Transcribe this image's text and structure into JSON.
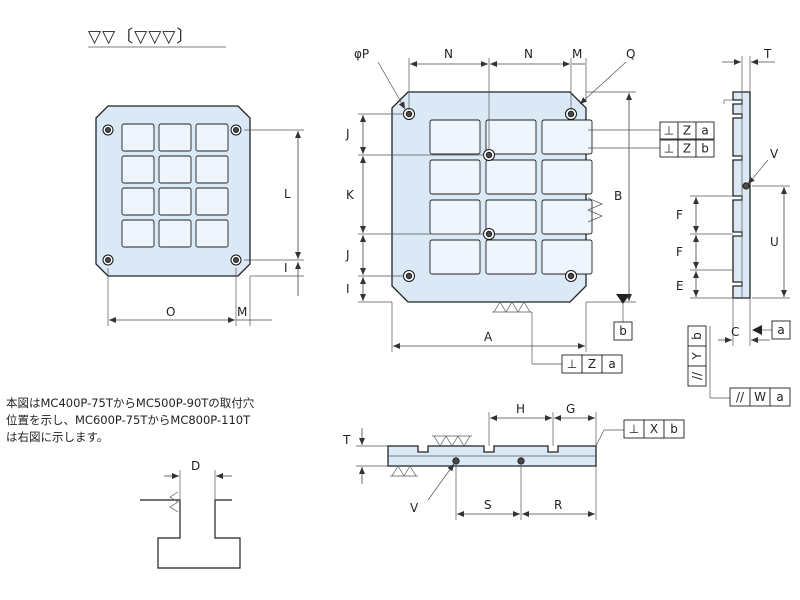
{
  "finish_symbol": "▽▽〔▽▽▽〕",
  "note_text": "本図はMC400P-75TからMC500P-90Tの取付穴\n位置を示し、MC600P-75TからMC800P-110T\nは右図に示します。",
  "labels": {
    "phiP": "φP",
    "N1": "N",
    "N2": "N",
    "M_top": "M",
    "Q": "Q",
    "T_right": "T",
    "J1": "J",
    "K": "K",
    "J2": "J",
    "I_main": "I",
    "B": "B",
    "A": "A",
    "L": "L",
    "I_small": "I",
    "O": "O",
    "M_small": "M",
    "V_right": "V",
    "F1": "F",
    "F2": "F",
    "E": "E",
    "U": "U",
    "C": "C",
    "H": "H",
    "G": "G",
    "T_bottom": "T",
    "V_bottom": "V",
    "S": "S",
    "R": "R",
    "D": "D"
  },
  "tolerance_frames": {
    "perp_za_top": [
      "⊥",
      "Z",
      "a"
    ],
    "perp_zb": [
      "⊥",
      "Z",
      "b"
    ],
    "perp_za_bottom": [
      "⊥",
      "Z",
      "a"
    ],
    "perp_xb": [
      "⊥",
      "X",
      "b"
    ],
    "para_wa": [
      "//",
      "W",
      "a"
    ],
    "para_yb": [
      "//",
      "Y",
      "b"
    ]
  },
  "datum_boxes": {
    "b_main": "b",
    "a_side": "a"
  },
  "colors": {
    "body_fill": "#dbe9f6",
    "slot_fill": "#cfe0f1",
    "line": "#222222"
  }
}
